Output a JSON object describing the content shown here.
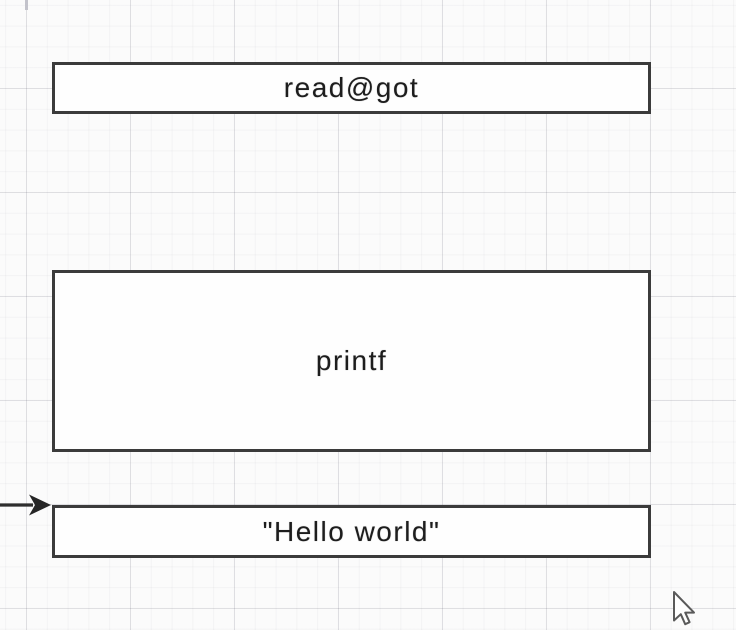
{
  "canvas": {
    "background_color": "#fbfbfb",
    "grid_major_color": "#e3e3e8",
    "grid_minor_color": "#f4f4f7",
    "node_border_color": "#3b3b3b",
    "node_fill_color": "#fefefe",
    "text_color": "#1d1d1d"
  },
  "nodes": [
    {
      "id": "read-got",
      "label": "read@got"
    },
    {
      "id": "printf",
      "label": "printf"
    },
    {
      "id": "hello-world",
      "label": "\"Hello world\""
    }
  ],
  "connector": {
    "type": "arrow",
    "direction": "right",
    "target": "hello-world"
  },
  "icons": {
    "cursor": "arrow-pointer"
  }
}
